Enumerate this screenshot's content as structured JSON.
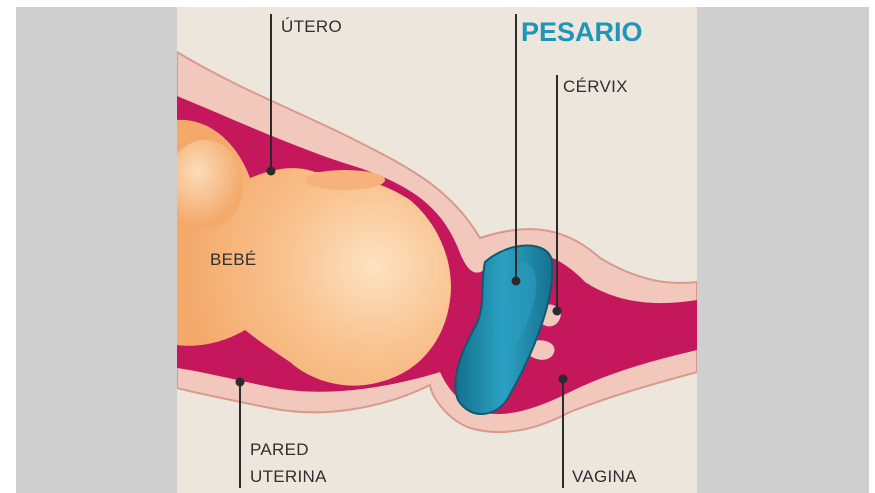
{
  "diagram": {
    "title": "PESARIO",
    "labels": {
      "utero": "ÚTERO",
      "cervix": "CÉRVIX",
      "bebe": "BEBÉ",
      "pared_line1": "PARED",
      "pared_line2": "UTERINA",
      "vagina": "VAGINA"
    }
  },
  "colors": {
    "backdrop": "#cfcfcf",
    "panel": "#ede6dd",
    "tissue_wall": "#f2c8bd",
    "tissue_inner": "#c4175c",
    "baby": "#f6b27a",
    "pessary": "#1f86a6",
    "title": "#1f95b8",
    "line": "#2b2b2b"
  }
}
